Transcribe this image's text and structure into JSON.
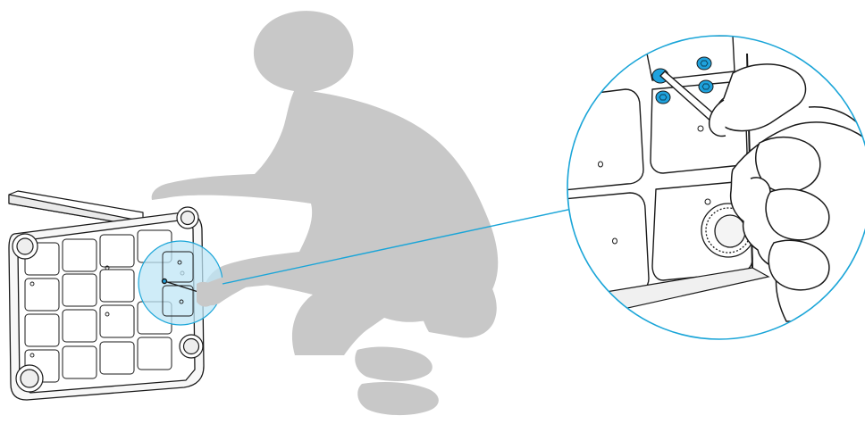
{
  "diagram": {
    "colors": {
      "background": "#ffffff",
      "silhouette": "#c8c8c8",
      "outline": "#1a1a1a",
      "panel_fill": "#f7f7f7",
      "highlight_fill": "#bfe6f6",
      "accent": "#1aa5d8",
      "screw_blue": "#1fa2dd"
    },
    "elements": {
      "person": "crouching-person-silhouette",
      "furniture": "upturned-panel-with-grid",
      "tool": "hex-key-icon",
      "detail": "magnified-screw-detail",
      "screws": "blue-screw-icons",
      "knob": "round-adjustment-knob"
    }
  }
}
